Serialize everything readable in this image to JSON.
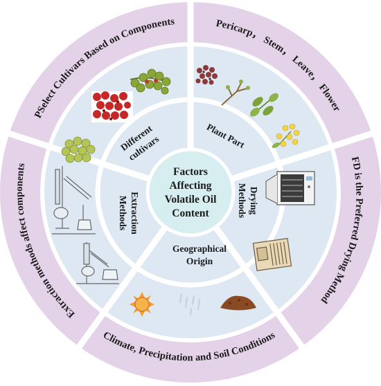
{
  "center": {
    "lines": [
      "Factors",
      "Affecting",
      "Volatile Oil",
      "Content"
    ]
  },
  "inner": {
    "cultivars": [
      "Different",
      "cultivars"
    ],
    "plant_part": "Plant Part",
    "drying": [
      "Drying",
      "Methods"
    ],
    "geo": [
      "Geographical",
      "Origin"
    ],
    "extraction": [
      "Extraction",
      "Methods"
    ]
  },
  "outer": {
    "cultivars": "PSelect Cultivars Based on Components",
    "plant_part": "Pericarp， Stem， Leave， Flower",
    "drying": "FD is the Preferred Drying Method",
    "geo": "Climate, Precipitation and Soil Conditions",
    "extraction": "Extraction methods affect components"
  },
  "colors": {
    "outer_ring": "#e4d3e8",
    "panel": "#dde8f3",
    "divider": "#ffffff",
    "center_fill": "#d6eef0"
  },
  "icons": {
    "cultivars": [
      "red-berries-icon",
      "green-berries-branch-icon",
      "green-berries-cluster-icon"
    ],
    "plant_part": [
      "pericarp-seeds-icon",
      "stem-icon",
      "leaf-icon",
      "flower-icon"
    ],
    "drying": [
      "freeze-dryer-icon",
      "oven-dryer-icon"
    ],
    "geo": [
      "sun-icon",
      "rain-icon",
      "soil-icon"
    ],
    "extraction": [
      "distillation-apparatus-icon",
      "reflux-apparatus-icon"
    ]
  }
}
